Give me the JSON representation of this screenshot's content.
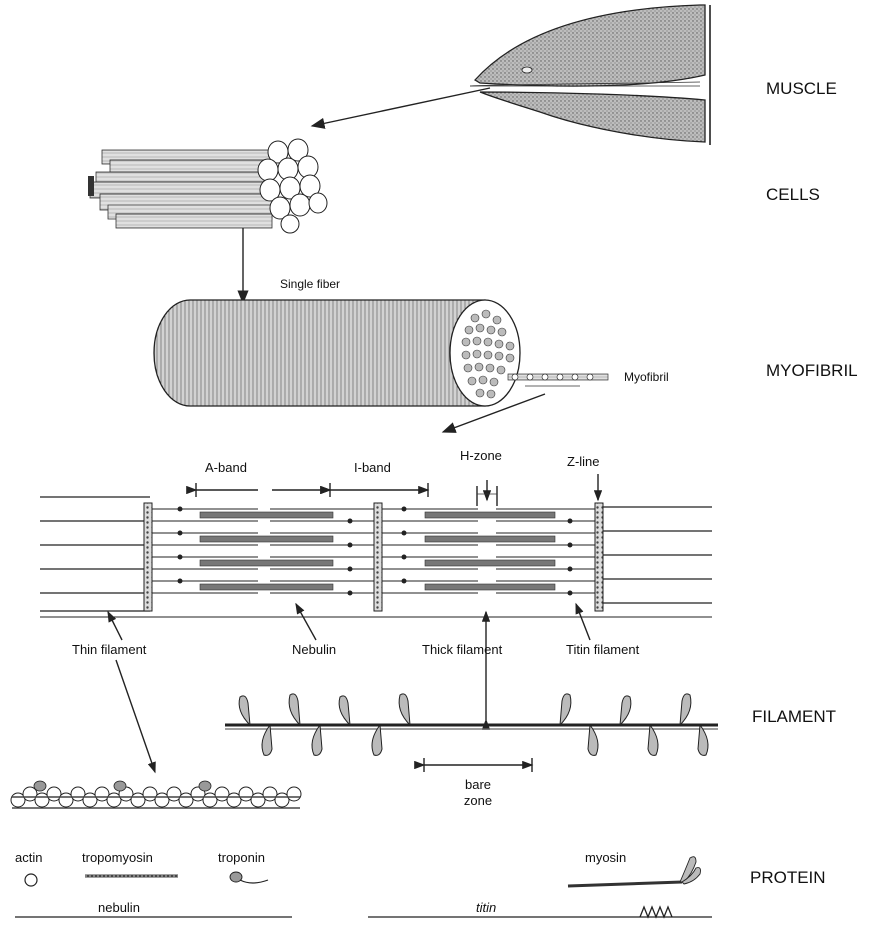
{
  "levels": {
    "muscle": "MUSCLE",
    "cells": "CELLS",
    "myofibril": "MYOFIBRIL",
    "filament": "FILAMENT",
    "protein": "PROTEIN"
  },
  "labels": {
    "single_fiber": "Single fiber",
    "myofibril": "Myofibril",
    "a_band": "A-band",
    "i_band": "I-band",
    "h_zone": "H-zone",
    "z_line": "Z-line",
    "thin_filament": "Thin filament",
    "nebulin_callout": "Nebulin",
    "thick_filament": "Thick filament",
    "titin_filament": "Titin filament",
    "bare_zone_line1": "bare",
    "bare_zone_line2": "zone"
  },
  "proteins": {
    "actin": "actin",
    "tropomyosin": "tropomyosin",
    "troponin": "troponin",
    "nebulin": "nebulin",
    "myosin": "myosin",
    "titin": "titin"
  }
}
